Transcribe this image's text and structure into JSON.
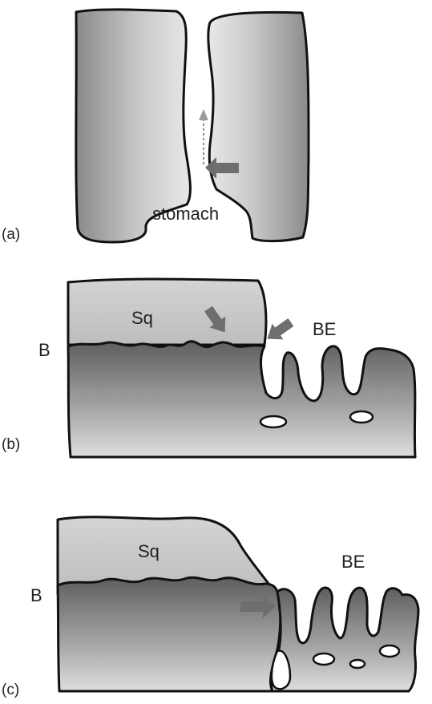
{
  "panels": {
    "a": {
      "label": "(a)",
      "text": "stomach"
    },
    "b": {
      "label": "(b)",
      "side": "B",
      "top": "Sq",
      "right": "BE"
    },
    "c": {
      "label": "(c)",
      "side": "B",
      "top": "Sq",
      "right": "BE"
    }
  },
  "colors": {
    "outline": "#111111",
    "arrow": "#6e6e6e",
    "tissue_light": "#c4c4c4",
    "tissue_dark": "#6f6f6f",
    "background": "#ffffff"
  },
  "icons": [
    "arrow-right-icon",
    "arrow-down-icon",
    "arrow-up-dotted-icon"
  ]
}
